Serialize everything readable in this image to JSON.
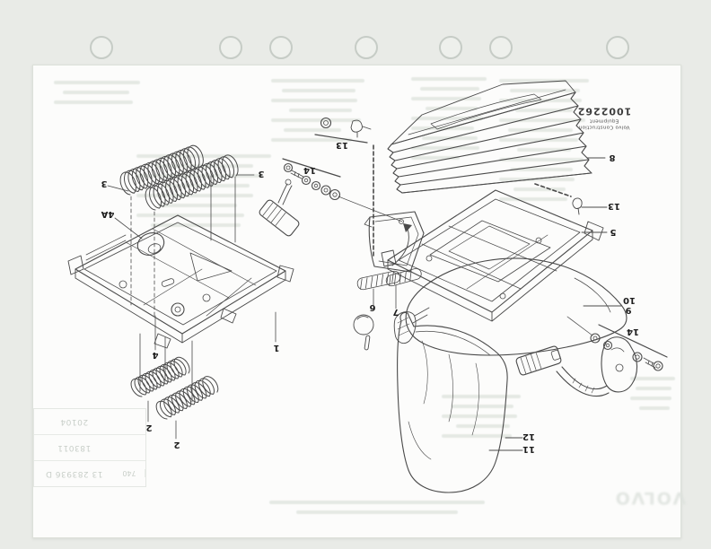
{
  "document": {
    "stamp": {
      "org_line1": "Volvo Construction",
      "org_line2": "Equipment",
      "number": "1002262"
    },
    "watermark": "VOLVO",
    "ghost_table": {
      "cell_top": "20104",
      "cell_mid": "183011",
      "cell_bottom": "13 283936 D",
      "cell_side": "740"
    }
  },
  "colors": {
    "background": "#e9ebe7",
    "paper": "#fcfcfb",
    "line": "#4a4a4a",
    "label": "#1c1c1c",
    "ghost": "#d3dad2"
  },
  "diagram": {
    "callouts": [
      {
        "label": "3"
      },
      {
        "label": "3"
      },
      {
        "label": "4A"
      },
      {
        "label": "4"
      },
      {
        "label": "1"
      },
      {
        "label": "2"
      },
      {
        "label": "2"
      },
      {
        "label": "13"
      },
      {
        "label": "14"
      },
      {
        "label": "8"
      },
      {
        "label": "13"
      },
      {
        "label": "5"
      },
      {
        "label": "10"
      },
      {
        "label": "9"
      },
      {
        "label": "6"
      },
      {
        "label": "7"
      },
      {
        "label": "12"
      },
      {
        "label": "11"
      },
      {
        "label": "14"
      }
    ]
  }
}
